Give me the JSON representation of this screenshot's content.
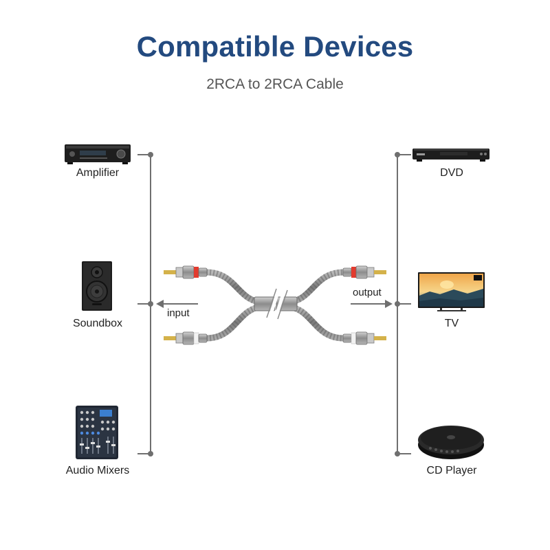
{
  "header": {
    "title": "Compatible Devices",
    "subtitle": "2RCA to 2RCA Cable"
  },
  "devices": {
    "left": [
      {
        "label": "Amplifier",
        "icon": "amplifier-icon"
      },
      {
        "label": "Soundbox",
        "icon": "speaker-icon"
      },
      {
        "label": "Audio Mixers",
        "icon": "audio-mixer-icon"
      }
    ],
    "right": [
      {
        "label": "DVD",
        "icon": "dvd-player-icon"
      },
      {
        "label": "TV",
        "icon": "tv-icon"
      },
      {
        "label": "CD Player",
        "icon": "cd-player-icon"
      }
    ]
  },
  "flow": {
    "input_label": "input",
    "output_label": "output"
  },
  "colors": {
    "title": "#234a7f",
    "line": "#6f6f6f",
    "cable": "#8a8a8a",
    "red_ring": "#e23b2e",
    "gold_pin": "#d4b24a"
  }
}
